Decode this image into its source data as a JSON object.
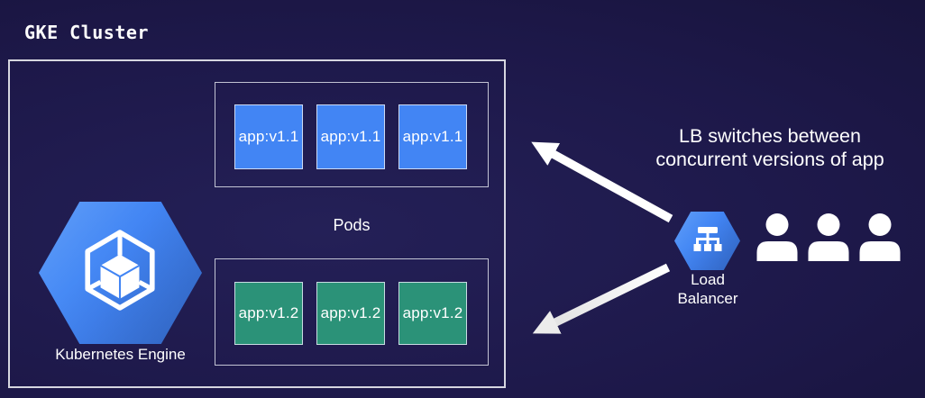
{
  "title": "GKE Cluster",
  "cluster": {
    "engine": {
      "label": "Kubernetes Engine",
      "icon": "gke-hexagon-cube-icon"
    },
    "pods_label": "Pods",
    "pod_groups": [
      {
        "version": "v1.1",
        "color": "#4285f4",
        "pods": [
          "app:v1.1",
          "app:v1.1",
          "app:v1.1"
        ]
      },
      {
        "version": "v1.2",
        "color": "#2b9278",
        "pods": [
          "app:v1.2",
          "app:v1.2",
          "app:v1.2"
        ]
      }
    ]
  },
  "load_balancer": {
    "label": "Load Balancer",
    "icon": "load-balancer-hexagon-icon"
  },
  "users": {
    "count": 3,
    "icon": "person-icon"
  },
  "caption": {
    "line1": "LB switches between",
    "line2": "concurrent versions of app"
  },
  "arrows": [
    {
      "name": "lb-to-v1-pods",
      "direction": "up-left"
    },
    {
      "name": "lb-to-v2-pods",
      "direction": "down-left"
    }
  ],
  "colors": {
    "background_center": "#242057",
    "background_edge": "#131030",
    "pod_blue": "#4285f4",
    "pod_green": "#2b9278",
    "hexagon_blue": "#4285f4",
    "border_light": "#dcdce4",
    "text": "#ffffff",
    "arrow": "#ffffff"
  }
}
